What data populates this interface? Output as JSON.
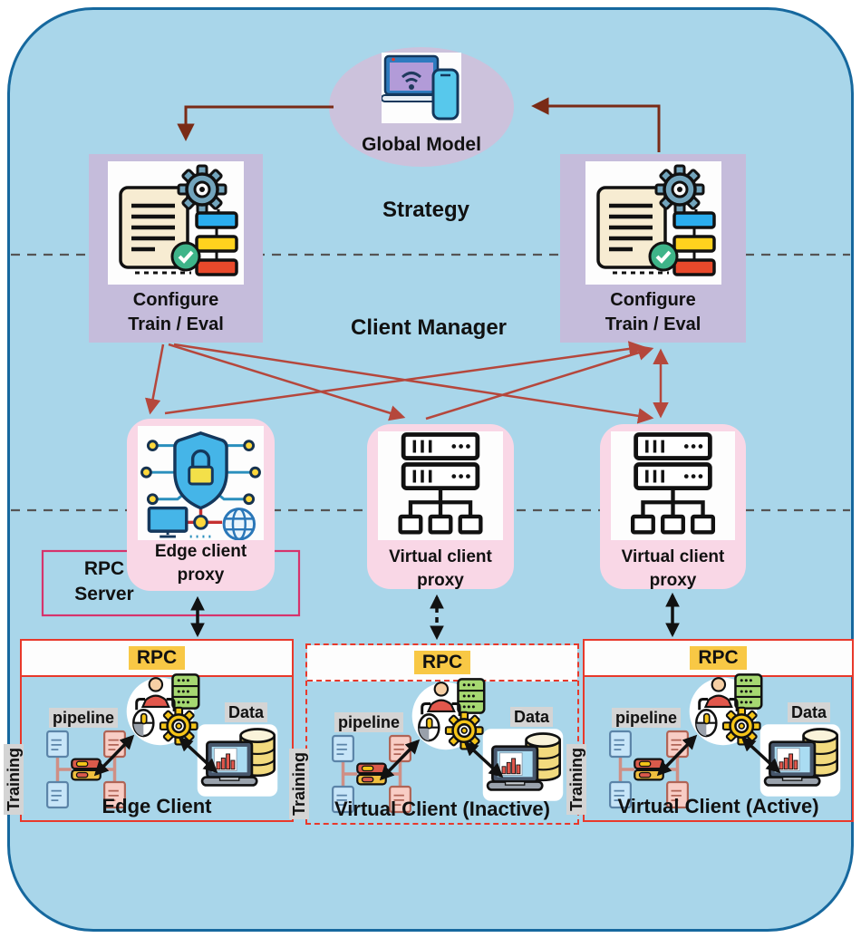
{
  "diagram_title": "federated-learning-architecture",
  "global_model": {
    "label": "Global Model"
  },
  "strategy_label": "Strategy",
  "client_manager_label": "Client Manager",
  "config_left": {
    "line1": "Configure",
    "line2": "Train / Eval"
  },
  "config_right": {
    "line1": "Configure",
    "line2": "Train / Eval"
  },
  "proxies": [
    {
      "line1": "Edge client",
      "line2": "proxy",
      "icon": "secure-network-icon"
    },
    {
      "line1": "Virtual client",
      "line2": "proxy",
      "icon": "server-tree-icon"
    },
    {
      "line1": "Virtual client",
      "line2": "proxy",
      "icon": "server-tree-icon"
    }
  ],
  "rpc_server": {
    "line1": "RPC",
    "line2": "Server"
  },
  "clients": [
    {
      "rpc": "RPC",
      "pipeline": "pipeline",
      "training": "Training",
      "data": "Data",
      "title": "Edge Client",
      "border": "solid"
    },
    {
      "rpc": "RPC",
      "pipeline": "pipeline",
      "training": "Training",
      "data": "Data",
      "title": "Virtual Client (Inactive)",
      "border": "dashed"
    },
    {
      "rpc": "RPC",
      "pipeline": "pipeline",
      "training": "Training",
      "data": "Data",
      "title": "Virtual Client (Active)",
      "border": "solid"
    }
  ],
  "colors": {
    "canvas_fill": "#a9d6ea",
    "canvas_border": "#16689e",
    "ellipse_fill": "#ccc2dc",
    "config_fill": "#c5bcdb",
    "proxy_fill": "#f9d7e6",
    "client_border_red": "#e8392b",
    "rpc_highlight_yellow": "#f8c845",
    "mini_label_gray": "#d4d4d4",
    "rpc_server_bracket": "#d6336c",
    "web_arrow_red": "#b5473c",
    "top_arrow_brown": "#7a2b16",
    "connector_black": "#111111",
    "divider_gray": "#555555"
  }
}
